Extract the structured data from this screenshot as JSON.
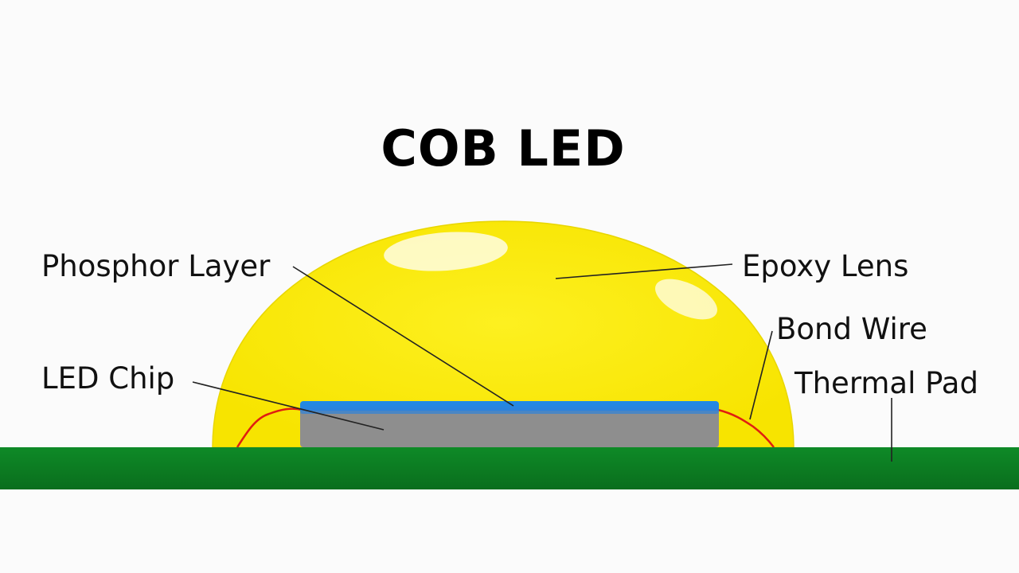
{
  "title": "COB LED",
  "labels": {
    "phosphor_layer": "Phosphor Layer",
    "led_chip": "LED Chip",
    "epoxy_lens": "Epoxy Lens",
    "bond_wire": "Bond Wire",
    "thermal_pad": "Thermal Pad"
  },
  "colors": {
    "epoxy_lens": "#fbe90a",
    "phosphor_layer": "#1e88e5",
    "led_chip": "#8e8e8e",
    "bond_wire": "#e01e10",
    "thermal_pad": "#0b7d22",
    "leader_line": "#222222"
  }
}
